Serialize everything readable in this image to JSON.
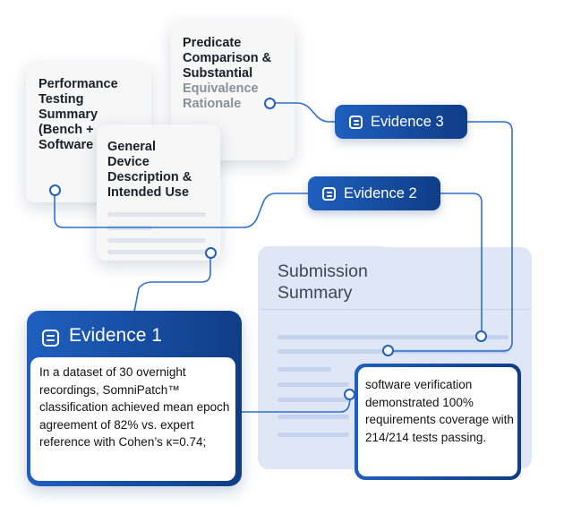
{
  "cards": {
    "performance": {
      "lines": [
        "Performance",
        "Testing",
        "Summary",
        "(Bench +",
        "Software"
      ]
    },
    "predicate": {
      "lines": [
        "Predicate",
        "Comparison &",
        "Substantial"
      ],
      "faded_lines": [
        "Equivalence",
        "Rationale"
      ]
    },
    "general": {
      "lines": [
        "General",
        "Device",
        "Description &",
        "Intended Use"
      ]
    }
  },
  "evidence": {
    "e1_label": "Evidence 1",
    "e1_text": "In a dataset of 30 overnight recordings, SomniPatch™ classification achieved mean epoch agreement of 82% vs. expert reference with Cohen’s κ=0.74;",
    "e2_label": "Evidence 2",
    "e3_label": "Evidence 3"
  },
  "summary": {
    "title_lines": [
      "Submission",
      "Summary"
    ]
  },
  "software_box": {
    "text": "software verification demonstrated 100% requirements coverage with 214/214 tests passing."
  },
  "icons": [
    "document-icon"
  ],
  "colors": {
    "accent": "#1f5fbf",
    "accent_dark": "#0f3d86",
    "connector": "#2d6fd0"
  }
}
